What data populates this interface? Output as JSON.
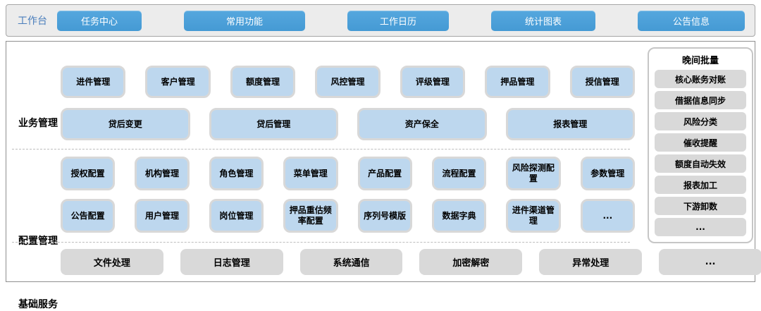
{
  "topbar": {
    "label": "工作台",
    "buttons": [
      "任务中心",
      "常用功能",
      "工作日历",
      "统计图表",
      "公告信息"
    ]
  },
  "sections": {
    "business": {
      "label": "业务管理",
      "row1": [
        "进件管理",
        "客户管理",
        "额度管理",
        "风控管理",
        "评级管理",
        "押品管理",
        "授信管理"
      ],
      "row2": [
        "贷后变更",
        "贷后管理",
        "资产保全",
        "报表管理"
      ]
    },
    "config": {
      "label": "配置管理",
      "row1": [
        "授权配置",
        "机构管理",
        "角色管理",
        "菜单管理",
        "产品配置",
        "流程配置",
        "风险探测配置",
        "参数管理"
      ],
      "row2": [
        "公告配置",
        "用户管理",
        "岗位管理",
        "押品重估频率配置",
        "序列号模版",
        "数据字典",
        "进件渠道管理",
        "..."
      ]
    },
    "base": {
      "label": "基础服务",
      "items": [
        "文件处理",
        "日志管理",
        "系统通信",
        "加密解密",
        "异常处理",
        "..."
      ]
    }
  },
  "night_batch": {
    "title": "晚间批量",
    "items": [
      "核心账务对账",
      "借据信息同步",
      "风险分类",
      "催收提醒",
      "额度自动失效",
      "报表加工",
      "下游卸数",
      "..."
    ]
  },
  "colors": {
    "accent_blue": "#4a9cd6",
    "light_blue_box": "#bdd7ee",
    "gray_box": "#d9d9d9",
    "bar_background": "#ececec",
    "label_blue": "#4a7ebc"
  }
}
